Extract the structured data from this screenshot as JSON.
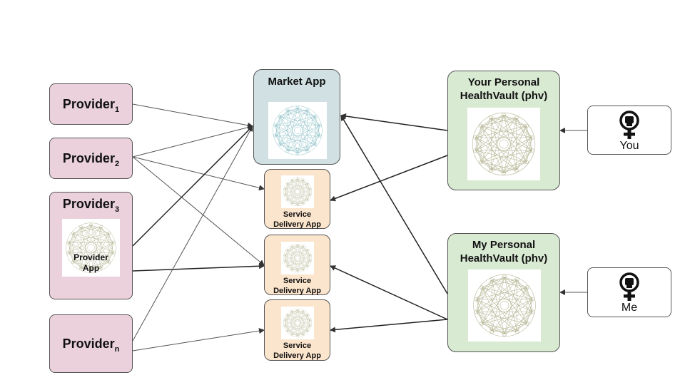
{
  "providers": [
    {
      "name": "Provider",
      "sub": "1"
    },
    {
      "name": "Provider",
      "sub": "2"
    },
    {
      "name": "Provider",
      "sub": "3",
      "app_label_1": "Provider",
      "app_label_2": "App"
    },
    {
      "name": "Provider",
      "sub": "n"
    }
  ],
  "market": {
    "title": "Market App"
  },
  "services": [
    {
      "line1": "Service",
      "line2": "Delivery App"
    },
    {
      "line1": "Service",
      "line2": "Delivery App"
    },
    {
      "line1": "Service",
      "line2": "Delivery App"
    }
  ],
  "vaults": [
    {
      "line1": "Your Personal",
      "line2": "HealthVault (phv)"
    },
    {
      "line1": "My Personal",
      "line2": "HealthVault (phv)"
    }
  ],
  "persons": [
    {
      "label": "You",
      "icon": "female-fist-icon"
    },
    {
      "label": "Me",
      "icon": "female-fist-icon"
    }
  ],
  "colors": {
    "provider": "#ead1dc",
    "market": "#d0e0e3",
    "service": "#fce5cd",
    "vault": "#d9ead3",
    "mandala_blue": "#8fc1c8",
    "mandala_beige": "#b9b99a"
  }
}
